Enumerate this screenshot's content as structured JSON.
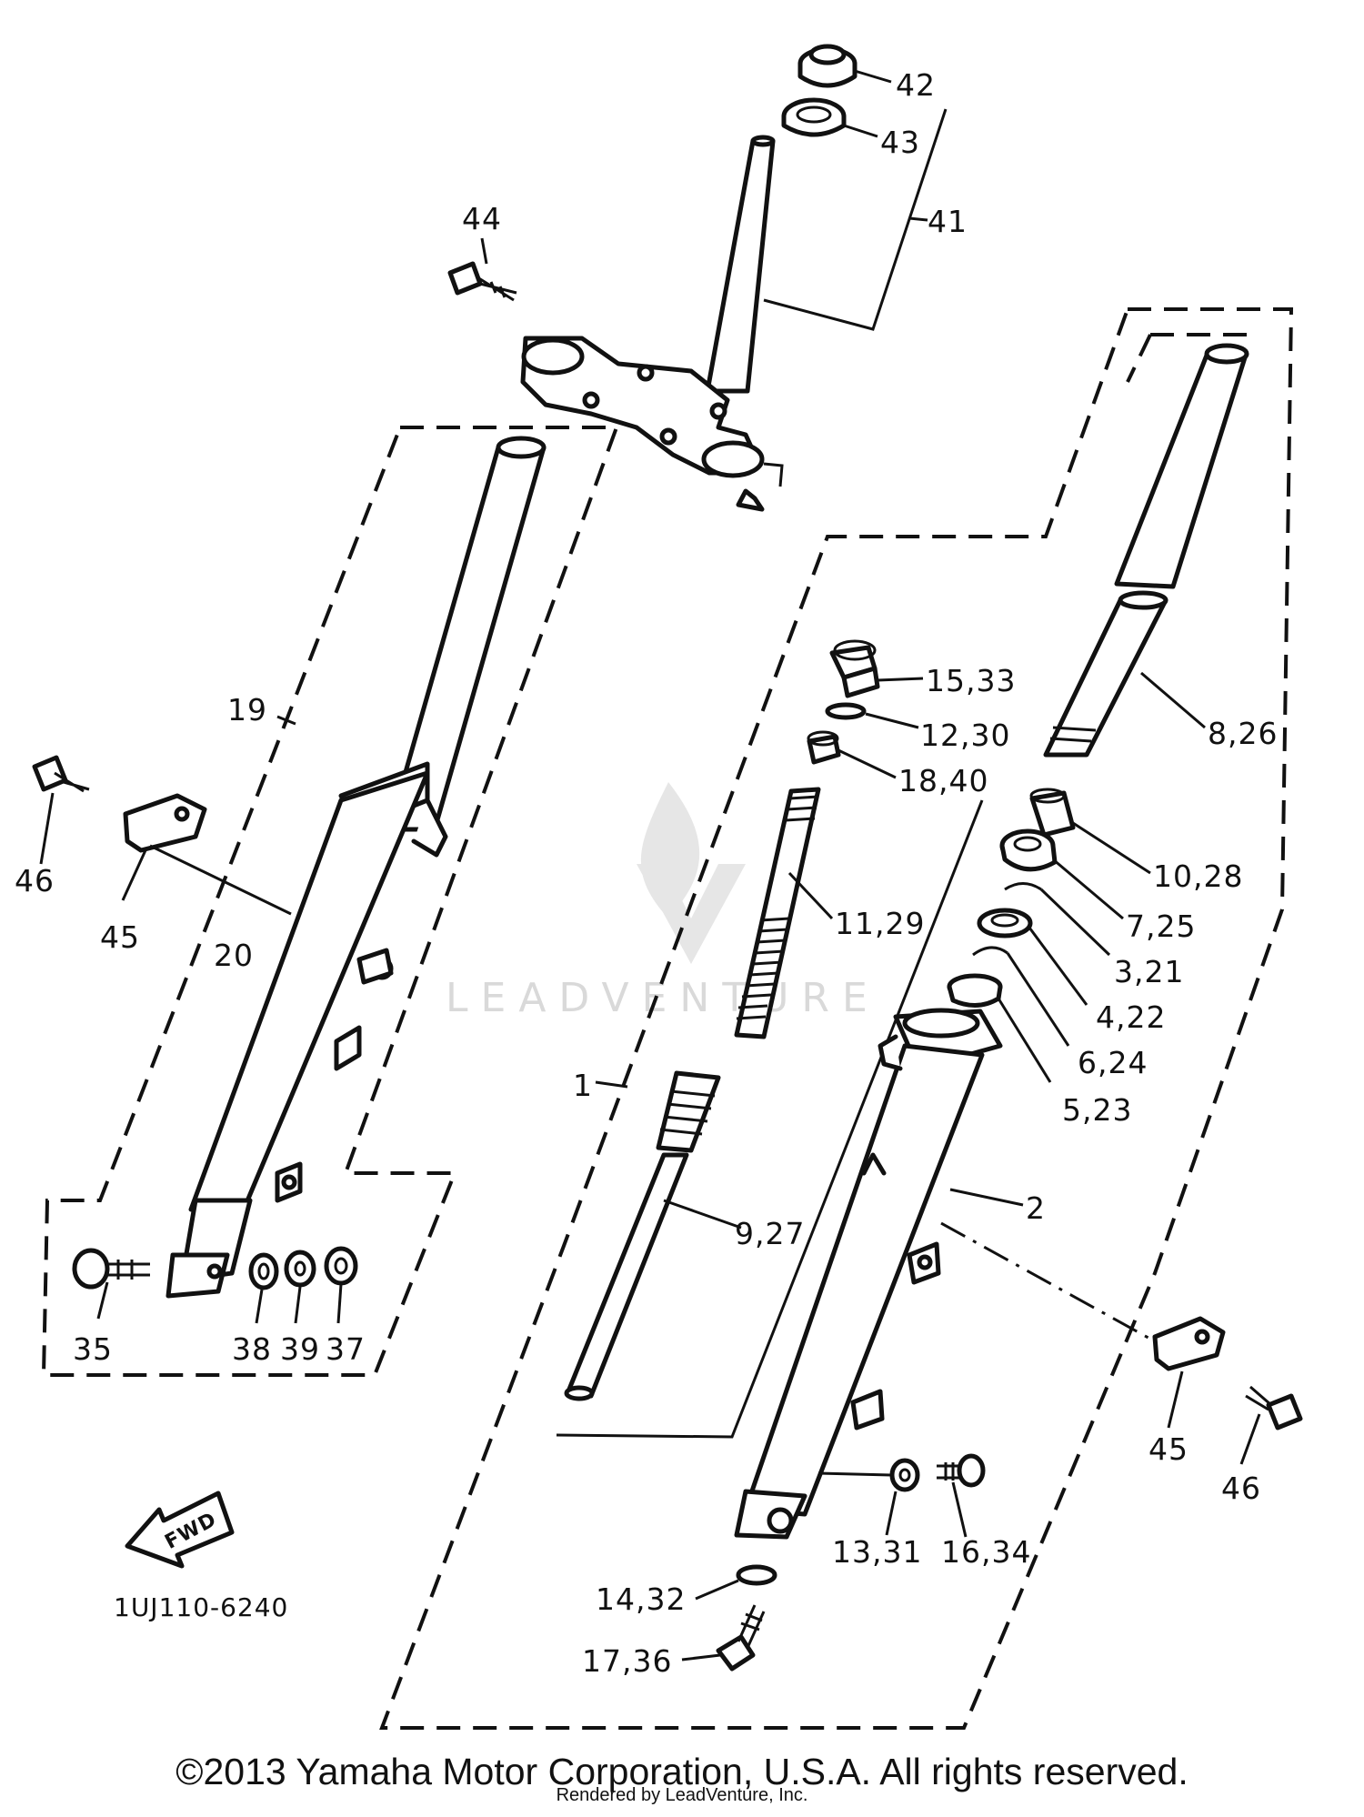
{
  "diagram": {
    "drawing_code": "1UJ110-6240",
    "fwd_label": "FWD",
    "watermark_text": "LEADVENTURE",
    "callouts": {
      "c42": "42",
      "c43": "43",
      "c41": "41",
      "c44": "44",
      "c19": "19",
      "c46a": "46",
      "c45a": "45",
      "c20": "20",
      "c35": "35",
      "c38": "38",
      "c39": "39",
      "c37": "37",
      "c1533": "15,33",
      "c1230": "12,30",
      "c1840": "18,40",
      "c1129": "11,29",
      "c1": "1",
      "c927": "9,27",
      "c826": "8,26",
      "c1028": "10,28",
      "c725": "7,25",
      "c321": "3,21",
      "c422": "4,22",
      "c624": "6,24",
      "c523": "5,23",
      "c2": "2",
      "c45b": "45",
      "c46b": "46",
      "c1331": "13,31",
      "c1634": "16,34",
      "c1432": "14,32",
      "c1736": "17,36"
    }
  },
  "footer": {
    "copyright": "©2013 Yamaha Motor Corporation, U.S.A. All rights reserved.",
    "rendered_by": "Rendered by LeadVenture, Inc."
  }
}
